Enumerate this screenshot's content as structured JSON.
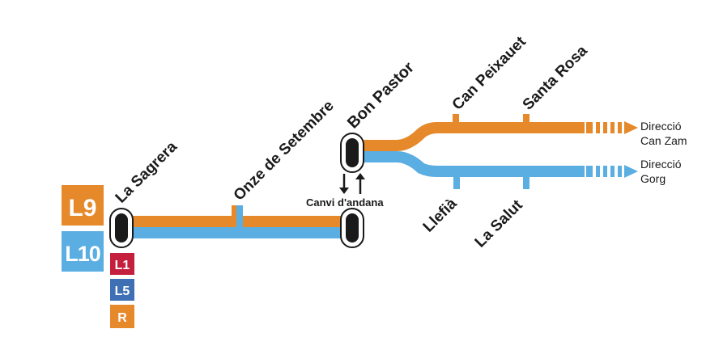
{
  "colors": {
    "l9": "#e5892a",
    "l10": "#5aaee2",
    "l1": "#c51f3e",
    "l5": "#3f6fb5",
    "r": "#e5892a",
    "station_fill": "#1a1a1a",
    "station_ring": "#ffffff"
  },
  "lines": {
    "l9_badge": "L9",
    "l10_badge": "L10",
    "connections": [
      "L1",
      "L5",
      "R"
    ]
  },
  "stations": {
    "la_sagrera": "La Sagrera",
    "onze_de_setembre": "Onze de Setembre",
    "bon_pastor": "Bon Pastor",
    "can_peixauet": "Can Peixauet",
    "santa_rosa": "Santa Rosa",
    "llefia": "Llefià",
    "la_salut": "La Salut"
  },
  "notes": {
    "platform_change": "Canvi d'andana"
  },
  "directions": {
    "l9_line1": "Direcció",
    "l9_line2": "Can Zam",
    "l10_line1": "Direcció",
    "l10_line2": "Gorg"
  },
  "icons": {
    "platform_change": "up-down-arrows-icon",
    "direction": "arrow-right-icon"
  }
}
